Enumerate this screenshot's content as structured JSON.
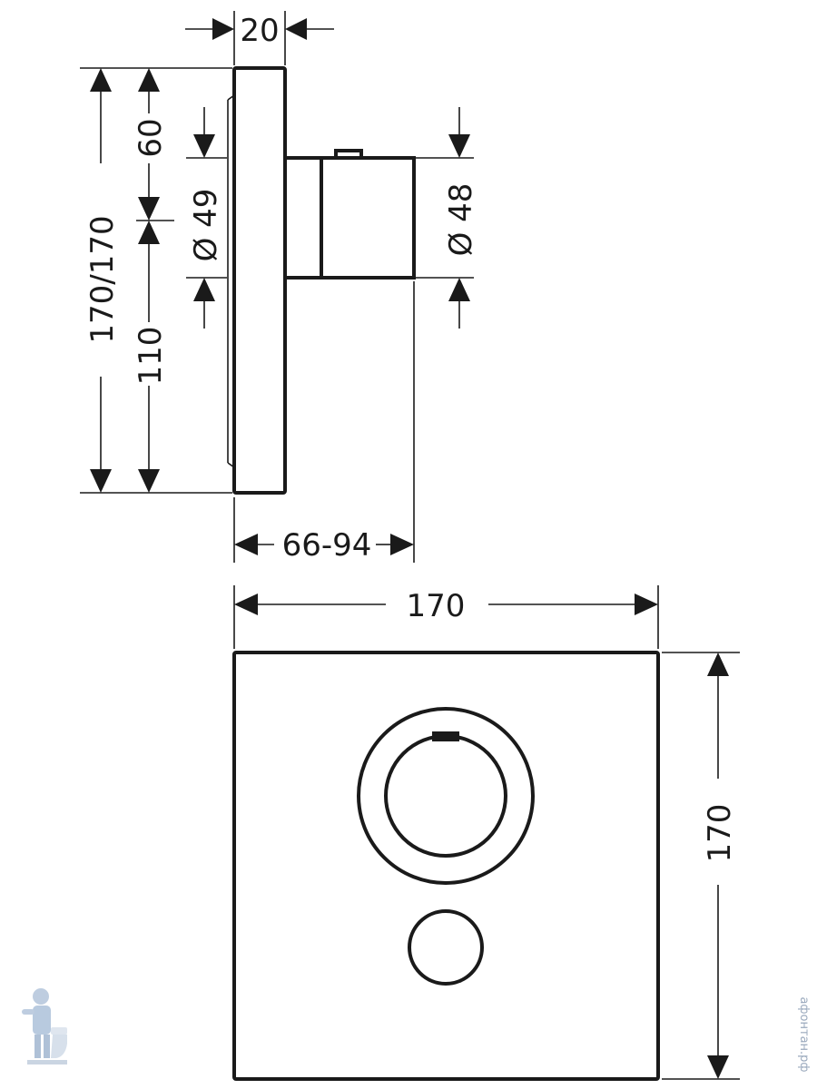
{
  "side_view": {
    "thickness_label": "20",
    "total_height_label": "170/170",
    "upper_height_label": "60",
    "lower_height_label": "110",
    "diameter_49_label": "Ø 49",
    "diameter_48_label": "Ø 48",
    "projection_label": "66-94"
  },
  "front_view": {
    "width_label": "170",
    "height_label": "170"
  },
  "watermark": {
    "text": "афонтан.рф",
    "logo_icon": "plumber-mascot-icon"
  },
  "colors": {
    "line": "#1a1a1a",
    "watermark": "#9aa9bd",
    "background": "#ffffff"
  }
}
